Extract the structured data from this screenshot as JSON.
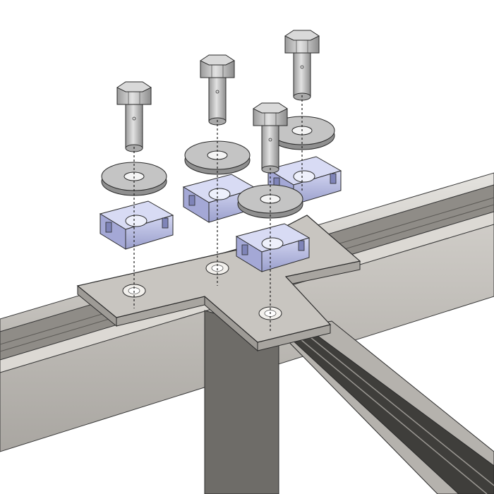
{
  "diagram": {
    "type": "exploded-isometric-assembly",
    "parts": [
      {
        "name": "hex-bolt",
        "count": 4
      },
      {
        "name": "flat-washer",
        "count": 4
      },
      {
        "name": "channel-nut",
        "count": 4
      },
      {
        "name": "tee-plate",
        "count": 1
      },
      {
        "name": "strut-channel",
        "count": 2
      }
    ]
  },
  "colors": {
    "background": "#ffffff",
    "bolt": "#c6c6c6",
    "washer": "#bdbdbd",
    "nut": "#b9bde0",
    "plate": "#c8c5c0",
    "channel": "#c9c7c3",
    "channel_dark": "#6e6c68",
    "outline": "#2a2a2a"
  }
}
